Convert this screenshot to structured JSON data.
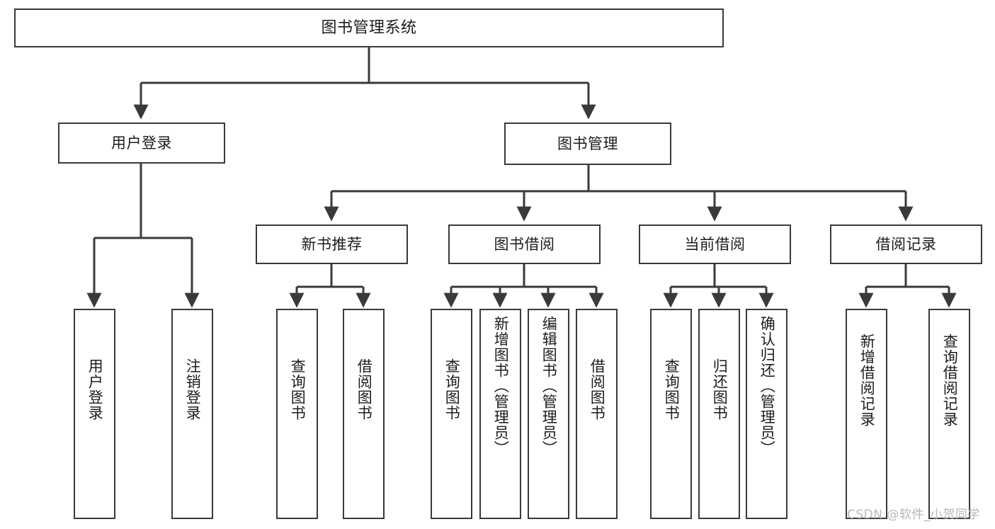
{
  "diagram": {
    "title": "图书管理系统",
    "watermark": "CSDN @软件_小贺同学",
    "colors": {
      "box_border": "#3a3a3a",
      "box_fill": "#ffffff",
      "edge": "#3a3a3a",
      "text": "#1c1c1c",
      "watermark": "#b6b6b6",
      "background": "#ffffff"
    },
    "root": {
      "label": "图书管理系统"
    },
    "level1": [
      {
        "label": "用户登录"
      },
      {
        "label": "图书管理"
      }
    ],
    "level2": [
      {
        "label": "新书推荐"
      },
      {
        "label": "图书借阅"
      },
      {
        "label": "当前借阅"
      },
      {
        "label": "借阅记录"
      }
    ],
    "leaves": {
      "user_login": [
        {
          "label": "用户登录"
        },
        {
          "label": "注销登录"
        }
      ],
      "new_book": [
        {
          "label": "查询图书"
        },
        {
          "label": "借阅图书"
        }
      ],
      "book_borrow": [
        {
          "label": "查询图书"
        },
        {
          "label": "新增图书（管理员）"
        },
        {
          "label": "编辑图书（管理员）"
        },
        {
          "label": "借阅图书"
        }
      ],
      "current_borrow": [
        {
          "label": "查询图书"
        },
        {
          "label": "归还图书"
        },
        {
          "label": "确认归还（管理员）"
        }
      ],
      "borrow_record": [
        {
          "label": "新增借阅记录"
        },
        {
          "label": "查询借阅记录"
        }
      ]
    }
  }
}
